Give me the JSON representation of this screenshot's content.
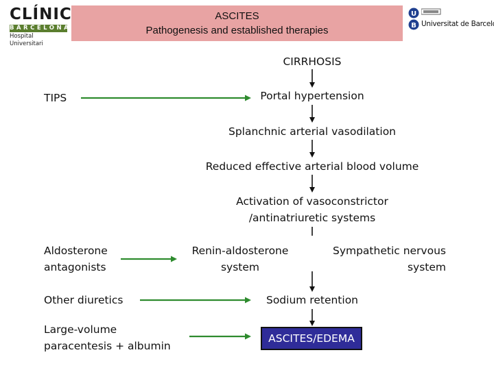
{
  "header": {
    "title_line1": "ASCITES",
    "title_line2": "Pathogenesis and established therapies",
    "title_bg": "#e8a3a3",
    "logo_left": {
      "name": "CLÍNIC",
      "city": "BARCELONA",
      "subtitle": "Hospital Universitari",
      "accent": "#5b7e2f"
    },
    "logo_right": {
      "name": "Universitat de Barcelona"
    }
  },
  "pathway": {
    "cirrhosis": "CIRRHOSIS",
    "portal_hypertension": "Portal hypertension",
    "splanchnic": "Splanchnic arterial vasodilation",
    "reduced_volume": "Reduced effective arterial blood volume",
    "activation_line1": "Activation of vasoconstrictor",
    "activation_line2": "/antinatriuretic systems",
    "raas_line1": "Renin-aldosterone",
    "raas_line2": "system",
    "sns_line1": "Sympathetic nervous",
    "sns_line2": "system",
    "sodium_retention": "Sodium retention",
    "outcome": "ASCITES/EDEMA",
    "outcome_bg": "#2f2c99"
  },
  "therapies": {
    "tips": "TIPS",
    "aldosterone_line1": "Aldosterone",
    "aldosterone_line2": "antagonists",
    "other_diuretics": "Other diuretics",
    "paracentesis_line1": "Large-volume",
    "paracentesis_line2": "paracentesis + albumin",
    "arrow_color": "#2e8b2e"
  }
}
